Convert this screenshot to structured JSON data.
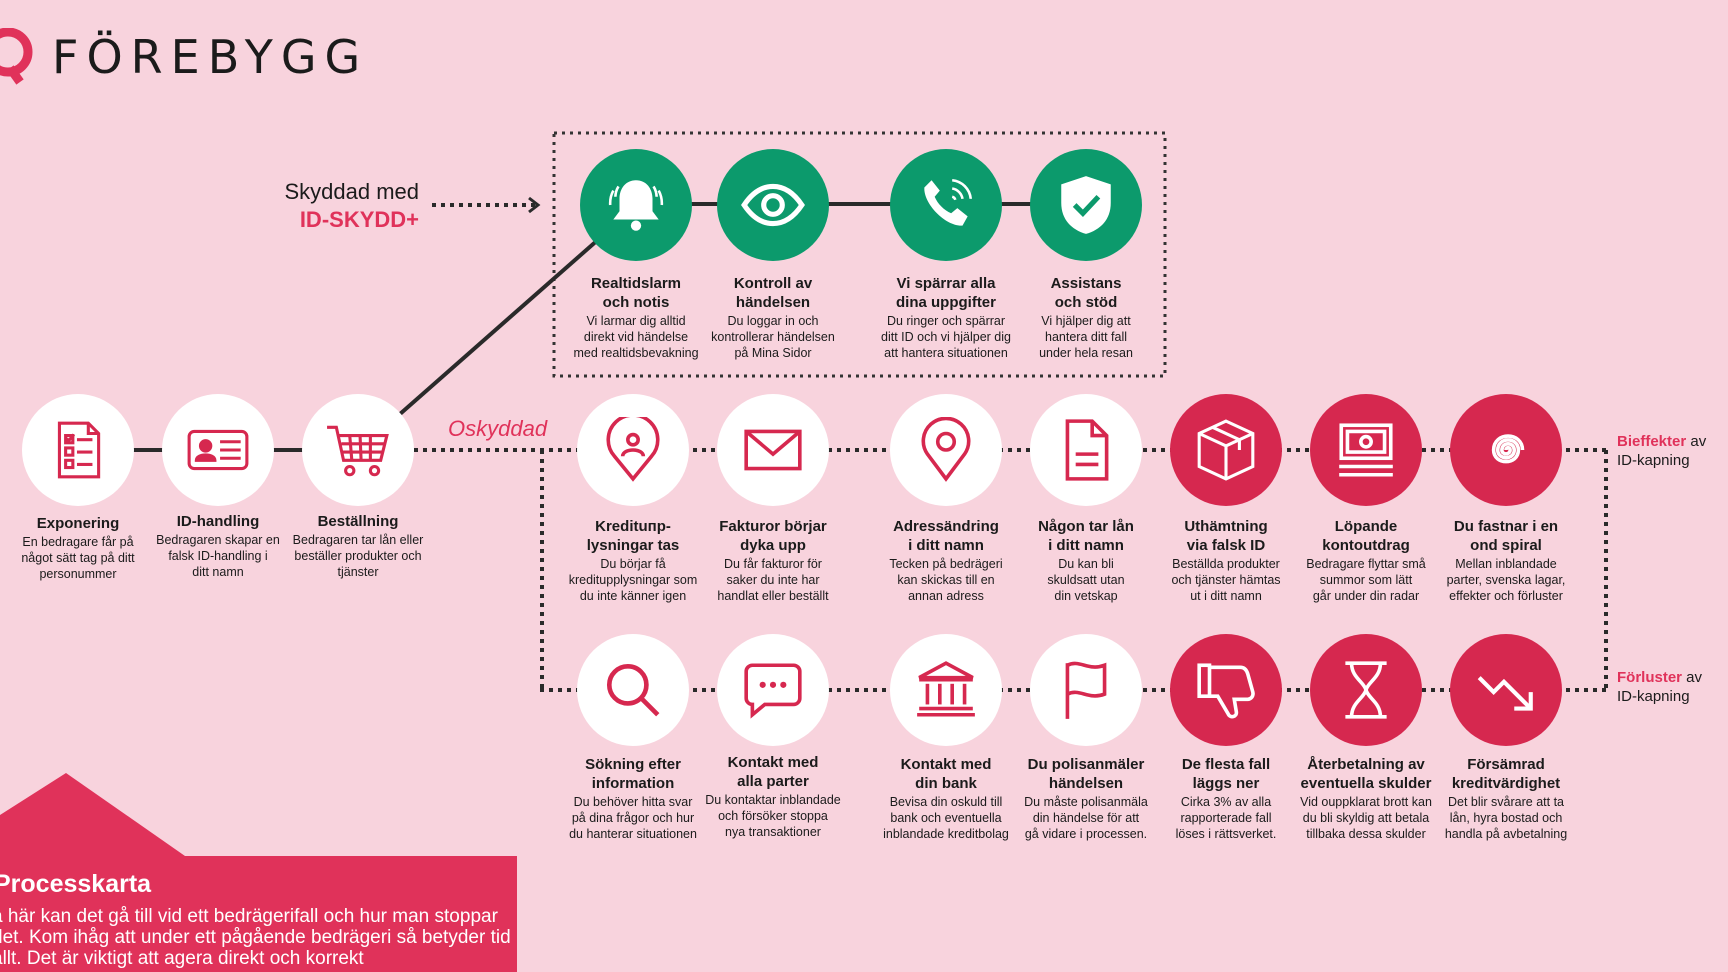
{
  "brand": {
    "name": "FÖREBYGG",
    "accent": "#e0325a",
    "green": "#0c9a6c",
    "background": "#f8d3dd"
  },
  "protected_label": {
    "line1": "Skyddad med",
    "line2": "ID-SKYDD+"
  },
  "unprotected_label": "Oskyddad",
  "side_labels": {
    "effects": {
      "strong": "Bieffekter",
      "rest1": " av",
      "rest2": "ID-kapning"
    },
    "losses": {
      "strong": "Förluster",
      "rest1": " av",
      "rest2": "ID-kapning"
    }
  },
  "start_steps": [
    {
      "icon": "checklist-icon",
      "title": "Exponering",
      "desc": "En bedragare får på\nnågot sätt tag på ditt\npersonummer"
    },
    {
      "icon": "id-card-icon",
      "title": "ID-handling",
      "desc": "Bedragaren skapar en\nfalsk ID-handling i\nditt namn"
    },
    {
      "icon": "shopping-cart-icon",
      "title": "Beställning",
      "desc": "Bedragaren tar lån eller\nbeställer produkter och\ntjänster"
    }
  ],
  "protected_steps": [
    {
      "icon": "bell-icon",
      "title": "Realtidslarm\noch notis",
      "desc": "Vi larmar dig alltid\ndirekt vid händelse\nmed realtidsbevakning"
    },
    {
      "icon": "eye-icon",
      "title": "Kontroll av\nhändelsen",
      "desc": "Du loggar in och\nkontrollerar händelsen\npå Mina Sidor"
    },
    {
      "icon": "phone-icon",
      "title": "Vi spärrar alla\ndina uppgifter",
      "desc": "Du ringer och spärrar\nditt ID och vi hjälper dig\natt hantera situationen"
    },
    {
      "icon": "shield-check-icon",
      "title": "Assistans\noch stöd",
      "desc": "Vi hjälper dig att\nhantera ditt fall\nunder hela resan"
    }
  ],
  "unprotected_row1": [
    {
      "icon": "user-pin-icon",
      "title": "Kredituпp-\nlysningar tas",
      "desc": "Du börjar få\nkreditupplysningar som\ndu inte känner igen"
    },
    {
      "icon": "envelope-icon",
      "title": "Fakturor börjar\ndyka upp",
      "desc": "Du får fakturor för\nsaker du inte har\nhandlat eller beställt"
    },
    {
      "icon": "location-pin-icon",
      "title": "Adressändring\ni ditt namn",
      "desc": "Tecken på bedrägeri\nkan skickas till en\nannan adress"
    },
    {
      "icon": "document-icon",
      "title": "Någon tar lån\ni ditt namn",
      "desc": "Du kan bli\nskuldsatt utan\ndin vetskap"
    },
    {
      "icon": "package-icon",
      "title": "Uthämtning\nvia falsk ID",
      "desc": "Beställda produkter\noch tjänster hämtas\nut i ditt namn"
    },
    {
      "icon": "banknote-icon",
      "title": "Löpande\nkontoutdrag",
      "desc": "Bedragare flyttar små\nsummor som lätt\ngår under din radar"
    },
    {
      "icon": "spiral-icon",
      "title": "Du fastnar i en\nond spiral",
      "desc": "Mellan inblandade\nparter, svenska lagar,\neffekter och förluster"
    }
  ],
  "unprotected_row2": [
    {
      "icon": "magnifier-icon",
      "title": "Sökning efter\ninformation",
      "desc": "Du behöver hitta svar\npå dina frågor och hur\ndu hanterar situationen"
    },
    {
      "icon": "chat-bubble-icon",
      "title": "Kontakt med\nalla parter",
      "desc": "Du kontaktar inblandade\noch försöker stoppa\nnya transaktioner"
    },
    {
      "icon": "bank-icon",
      "title": "Kontakt med\ndin bank",
      "desc": "Bevisa din oskuld till\nbank och eventuella\ninblandade kreditbolag"
    },
    {
      "icon": "flag-icon",
      "title": "Du polisanmäler\nhändelsen",
      "desc": "Du måste polisanmäla\ndin händelse för att\ngå vidare i processen."
    },
    {
      "icon": "thumbs-down-icon",
      "title": "De flesta fall\nläggs ner",
      "desc": "Cirka 3% av alla\nrapporterade fall\nlöses i rättsverket."
    },
    {
      "icon": "hourglass-icon",
      "title": "Återbetalning av\neventuella skulder",
      "desc": "Vid ouppklarat brott kan\ndu bli skyldig att betala\ntillbaka dessa skulder"
    },
    {
      "icon": "trend-down-icon",
      "title": "Försämrad\nkreditvärdighet",
      "desc": "Det blir svårare att ta\nlån, hyra bostad och\nhandla på avbetalning"
    }
  ],
  "panel": {
    "title": "Processkarta",
    "body": "å här kan det gå till vid ett bedrägerifall och hur man stoppar det. Kom ihåg att under ett pågående bedrägeri så betyder tid allt. Det är viktigt att agera direkt och korrekt"
  }
}
